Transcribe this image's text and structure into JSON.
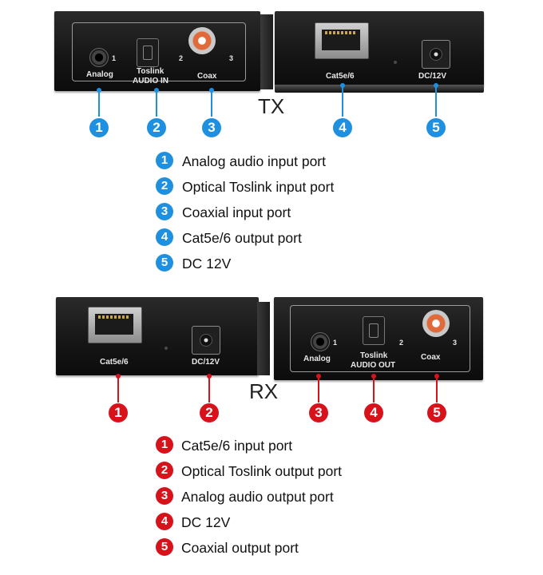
{
  "colors": {
    "tx_accent": "#1f8fe0",
    "rx_accent": "#d8121b"
  },
  "tx": {
    "label": "TX",
    "left_panel": {
      "analog_label": "Analog",
      "toslink_label": "Toslink",
      "coax_label": "Coax",
      "group_label": "AUDIO IN",
      "num1": "1",
      "num2": "2",
      "num3": "3"
    },
    "right_panel": {
      "cat_label": "Cat5e/6",
      "dc_label": "DC/12V"
    },
    "badges": [
      "1",
      "2",
      "3",
      "4",
      "5"
    ],
    "legend": [
      {
        "num": "1",
        "text": "Analog audio input port"
      },
      {
        "num": "2",
        "text": "Optical Toslink input port"
      },
      {
        "num": "3",
        "text": "Coaxial input port"
      },
      {
        "num": "4",
        "text": "Cat5e/6 output port"
      },
      {
        "num": "5",
        "text": "DC 12V"
      }
    ]
  },
  "rx": {
    "label": "RX",
    "left_panel": {
      "cat_label": "Cat5e/6",
      "dc_label": "DC/12V"
    },
    "right_panel": {
      "analog_label": "Analog",
      "toslink_label": "Toslink",
      "coax_label": "Coax",
      "group_label": "AUDIO OUT",
      "num1": "1",
      "num2": "2",
      "num3": "3"
    },
    "badges": [
      "1",
      "2",
      "3",
      "4",
      "5"
    ],
    "legend": [
      {
        "num": "1",
        "text": "Cat5e/6 input port"
      },
      {
        "num": "2",
        "text": "Optical Toslink output port"
      },
      {
        "num": "3",
        "text": "Analog audio output port"
      },
      {
        "num": "4",
        "text": "DC 12V"
      },
      {
        "num": "5",
        "text": "Coaxial output port"
      }
    ]
  }
}
